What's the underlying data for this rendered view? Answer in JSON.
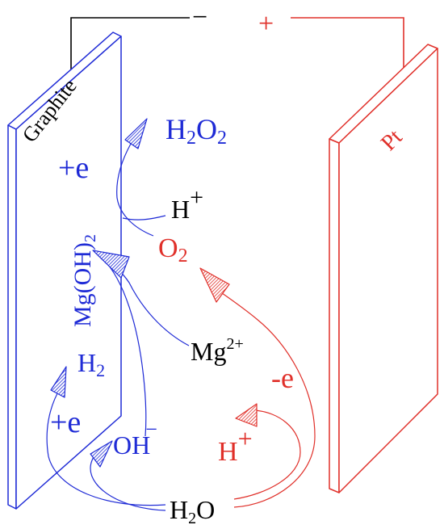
{
  "colors": {
    "cathode": "#1f2bd6",
    "anode": "#e0302a",
    "text_black": "#000000",
    "background": "#ffffff"
  },
  "terminals": {
    "negative": "−",
    "positive": "+"
  },
  "electrodes": {
    "cathode_label": "Graphite",
    "anode_label": "Pt",
    "coating_main": "Mg(OH)",
    "coating_sub": "2"
  },
  "species": {
    "h2o2_a": "H",
    "h2o2_sub1": "2",
    "h2o2_b": "O",
    "h2o2_sub2": "2",
    "h_plus_top": "H",
    "h_plus_top_sup": "+",
    "o2_main": "O",
    "o2_sub": "2",
    "mg_main": "Mg",
    "mg_sup": "2+",
    "h2_main": "H",
    "h2_sub": "2",
    "oh_main": "OH",
    "oh_sup": "−",
    "h_plus_low": "H",
    "h_plus_low_sup": "+",
    "water_a": "H",
    "water_sub": "2",
    "water_b": "O"
  },
  "electrons": {
    "plus_e_top": "+e",
    "plus_e_low": "+e",
    "minus_e": "-e"
  }
}
